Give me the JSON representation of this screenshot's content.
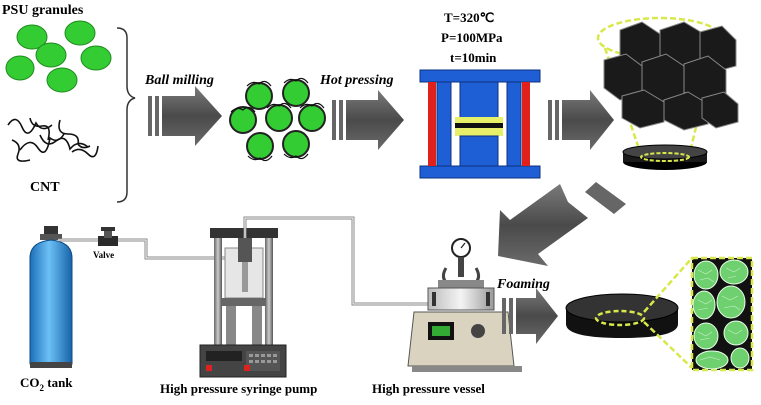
{
  "labels": {
    "psu": "PSU granules",
    "cnt": "CNT",
    "ball_milling": "Ball milling",
    "hot_pressing": "Hot pressing",
    "temperature": "T=320℃",
    "pressure": "P=100MPa",
    "time": "t=10min",
    "valve": "Valve",
    "co2_tank": "CO",
    "co2_sub": "2",
    "tank_word": " tank",
    "syringe_pump": "High pressure syringe pump",
    "vessel": "High pressure vessel",
    "foaming": "Foaming"
  },
  "colors": {
    "granule_green": "#33cc33",
    "mold_blue": "#1f5fd6",
    "heater_red": "#e0201a",
    "sample_yellow": "#e8f06a",
    "highlight_yellow": "#d8e84a",
    "arrow_gray": "#555555",
    "tank_blue": "#2a8fd8",
    "foam_green": "#6fd06f"
  }
}
